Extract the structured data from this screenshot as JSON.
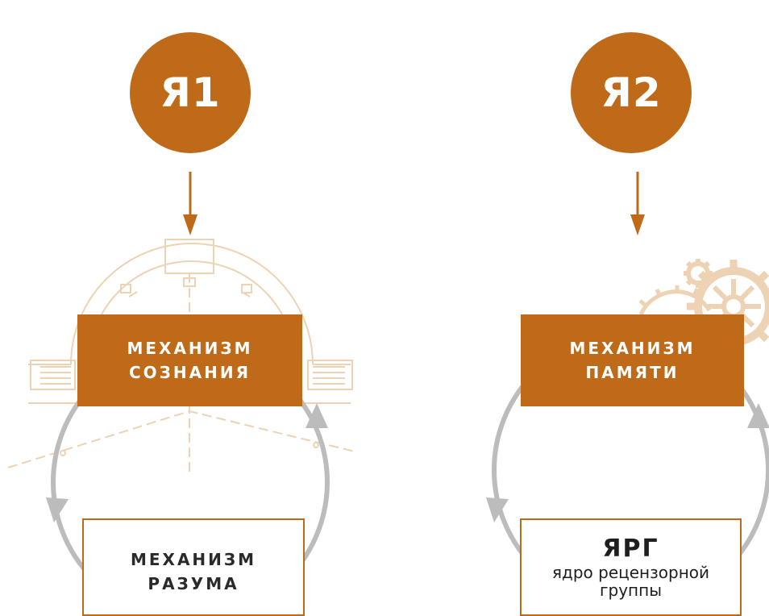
{
  "left": {
    "circle_label": "Я1",
    "top_box": [
      "МЕХАНИЗМ",
      "СОЗНАНИЯ"
    ],
    "bottom_box": [
      "МЕХАНИЗМ",
      "РАЗУМА"
    ]
  },
  "right": {
    "circle_label": "Я2",
    "top_box": [
      "МЕХАНИЗМ",
      "ПАМЯТИ"
    ],
    "bottom_box_title": "ЯРГ",
    "bottom_box_sub": [
      "ядро рецензорной",
      "группы"
    ]
  },
  "colors": {
    "accent": "#bf6a18",
    "cycle_gray": "#bcbcbc",
    "sketch": "#edd2b4"
  }
}
